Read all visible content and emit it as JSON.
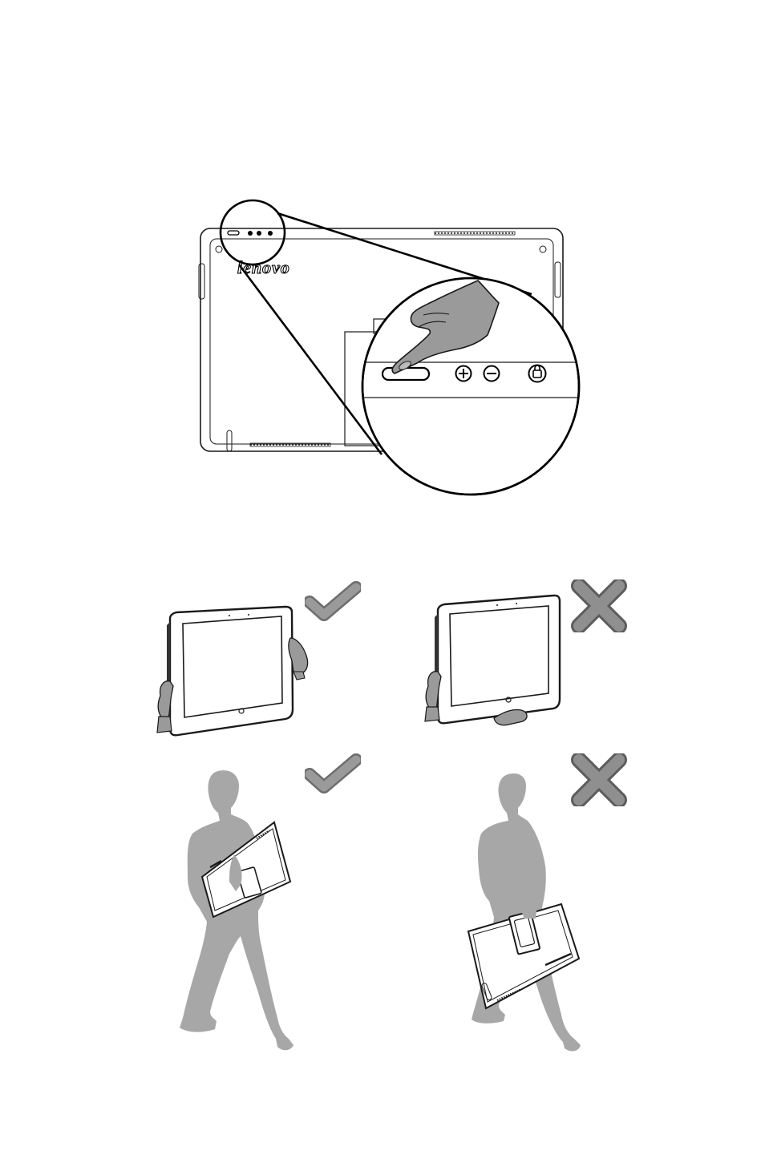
{
  "diagram": {
    "brand_logo": "lenovo",
    "palette": {
      "line": "#1a1a1a",
      "silhouette": "#a7a7a7",
      "hand": "#9a9a9a",
      "badge_fill": "#8f8f8f",
      "badge_edge": "#6e6e6e"
    },
    "close_up_buttons": [
      "power-button-icon",
      "volume-up-icon",
      "volume-down-icon",
      "rotation-lock-icon"
    ],
    "panels": [
      {
        "id": "hold-sides",
        "verdict": "correct",
        "badge_icon": "checkmark-icon"
      },
      {
        "id": "hold-side-and-bottom",
        "verdict": "incorrect",
        "badge_icon": "cross-icon"
      },
      {
        "id": "carry-under-arm",
        "verdict": "correct",
        "badge_icon": "checkmark-icon"
      },
      {
        "id": "carry-by-stand",
        "verdict": "incorrect",
        "badge_icon": "cross-icon"
      }
    ]
  }
}
